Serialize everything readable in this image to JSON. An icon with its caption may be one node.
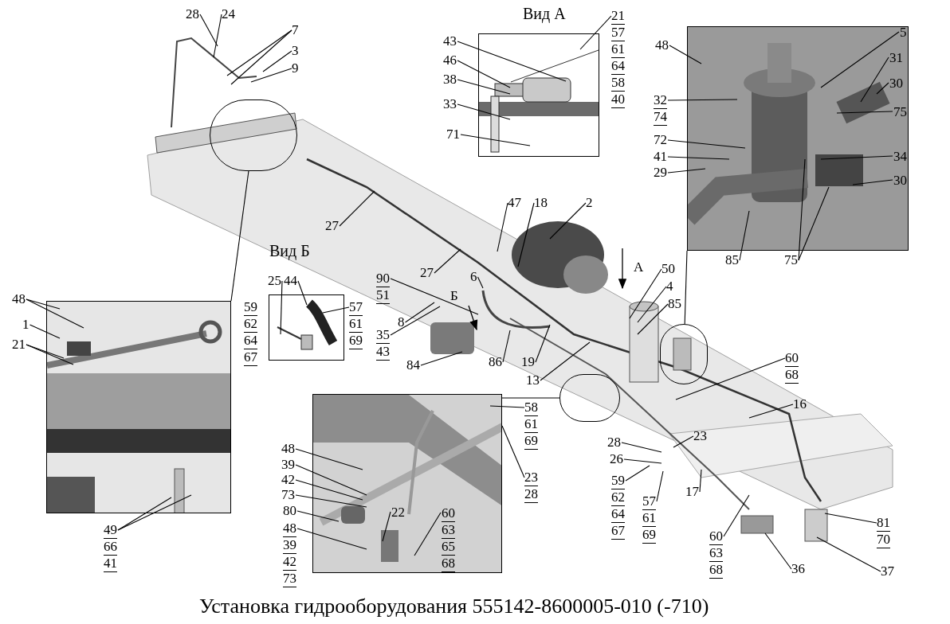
{
  "diagram": {
    "caption": "Установка гидрооборудования 555142-8600005-010 (-710)",
    "nodes": [
      {
        "text": [
          "Вид А"
        ]
      },
      {
        "text": [],
        "shape": "picture"
      },
      {
        "text": [],
        "shape": "picture"
      },
      {
        "text": [
          "Вид Б"
        ]
      },
      {
        "text": [],
        "shape": "picture"
      },
      {
        "text": [],
        "shape": "circle"
      },
      {
        "text": [],
        "shape": "circle"
      },
      {
        "text": [],
        "shape": "circle"
      },
      {
        "text": [
          "28"
        ]
      },
      {
        "text": [
          "24"
        ]
      },
      {
        "text": [
          "7"
        ]
      },
      {
        "text": [
          "3"
        ]
      },
      {
        "text": [
          "9"
        ]
      },
      {
        "text": [
          "43"
        ]
      },
      {
        "text": [
          "46"
        ]
      },
      {
        "text": [
          "38"
        ]
      },
      {
        "text": [
          "33"
        ]
      },
      {
        "text": [
          "71"
        ]
      },
      {
        "text": [
          "21"
        ],
        "beside": [
          "57",
          "61",
          "64",
          "58",
          "40"
        ]
      },
      {
        "text": [
          "48"
        ]
      },
      {
        "text": [
          "5"
        ],
        "in": 1
      },
      {
        "text": [
          "31"
        ],
        "in": 1
      },
      {
        "text": [
          "30"
        ],
        "in": 1
      },
      {
        "text": [
          "75"
        ],
        "in": 1
      },
      {
        "text": [
          "32"
        ],
        "beside": [
          "74"
        ]
      },
      {
        "text": [
          "72"
        ]
      },
      {
        "text": [
          "41"
        ]
      },
      {
        "text": [
          "29"
        ]
      },
      {
        "text": [
          "34"
        ],
        "in": 1
      },
      {
        "text": [
          "30"
        ],
        "in": 1
      },
      {
        "text": [
          "85"
        ]
      },
      {
        "text": [
          "75"
        ]
      },
      {
        "text": [
          "27"
        ]
      },
      {
        "text": [
          "47"
        ]
      },
      {
        "text": [
          "18"
        ]
      },
      {
        "text": [
          "2"
        ]
      },
      {
        "text": [
          "50"
        ]
      },
      {
        "text": [
          "4"
        ]
      },
      {
        "text": [
          "85"
        ]
      },
      {
        "text": [
          "90"
        ],
        "beside": [
          "51"
        ]
      },
      {
        "text": [
          "27"
        ]
      },
      {
        "text": [
          "6"
        ]
      },
      {
        "text": [
          "8"
        ]
      },
      {
        "text": [
          "35"
        ],
        "beside": [
          "43"
        ]
      },
      {
        "text": [
          "84"
        ]
      },
      {
        "text": [
          "86"
        ]
      },
      {
        "text": [
          "19"
        ]
      },
      {
        "text": [
          "13"
        ]
      },
      {
        "text": [
          "25"
        ]
      },
      {
        "text": [
          "44"
        ]
      },
      {
        "text": [
          "57"
        ],
        "beside": [
          "61",
          "69"
        ]
      },
      {
        "text": [
          "48"
        ]
      },
      {
        "text": [
          "1"
        ]
      },
      {
        "text": [
          "21"
        ]
      },
      {
        "text": [
          "49"
        ],
        "beside": [
          "66",
          "41"
        ]
      },
      {
        "text": [
          "58"
        ],
        "beside": [
          "61",
          "69"
        ]
      },
      {
        "text": [
          "23"
        ],
        "beside": [
          "28"
        ]
      },
      {
        "text": [
          "48"
        ]
      },
      {
        "text": [
          "39"
        ]
      },
      {
        "text": [
          "42"
        ]
      },
      {
        "text": [
          "73"
        ]
      },
      {
        "text": [
          "80"
        ]
      },
      {
        "text": [
          "48"
        ],
        "beside": [
          "39",
          "42",
          "73"
        ]
      },
      {
        "text": [
          "22"
        ],
        "in": 4
      },
      {
        "text": [
          "60"
        ],
        "beside": [
          "63",
          "65",
          "68"
        ],
        "in": 4
      },
      {
        "text": [
          "60"
        ],
        "beside": [
          "68"
        ]
      },
      {
        "text": [
          "16"
        ]
      },
      {
        "text": [
          "23"
        ]
      },
      {
        "text": [
          "28"
        ]
      },
      {
        "text": [
          "26"
        ]
      },
      {
        "text": [
          "59"
        ],
        "beside": [
          "62",
          "64",
          "67"
        ]
      },
      {
        "text": [
          "57"
        ],
        "beside": [
          "61",
          "69"
        ]
      },
      {
        "text": [
          "17"
        ]
      },
      {
        "text": [
          "60"
        ],
        "beside": [
          "63",
          "68"
        ]
      },
      {
        "text": [
          "36"
        ]
      },
      {
        "text": [
          "81"
        ],
        "beside": [
          "70"
        ]
      },
      {
        "text": [
          "37"
        ]
      }
    ],
    "edges": [
      {
        "from": 5,
        "to": 2,
        "arrow": "none"
      },
      {
        "from": 6,
        "to": 1,
        "arrow": "none"
      },
      {
        "from": 7,
        "to": 4,
        "arrow": "none"
      },
      {
        "from": 8,
        "to": null,
        "arrow": "none"
      },
      {
        "from": 9,
        "to": null,
        "arrow": "none"
      },
      {
        "from": 10,
        "to": null,
        "arrow": "none"
      },
      {
        "from": 10,
        "to": null,
        "arrow": "none"
      },
      {
        "from": 11,
        "to": null,
        "arrow": "none"
      },
      {
        "from": 12,
        "to": null,
        "arrow": "none"
      },
      {
        "from": 13,
        "to": 0,
        "arrow": "none"
      },
      {
        "from": 14,
        "to": 0,
        "arrow": "none"
      },
      {
        "from": 15,
        "to": 0,
        "arrow": "none"
      },
      {
        "from": 16,
        "to": 0,
        "arrow": "none"
      },
      {
        "from": 17,
        "to": 0,
        "arrow": "none"
      },
      {
        "from": 18,
        "to": 0,
        "arrow": "none"
      },
      {
        "from": 19,
        "to": 1,
        "arrow": "none"
      },
      {
        "from": 20,
        "to": 1,
        "arrow": "none"
      },
      {
        "from": 21,
        "to": 1,
        "arrow": "none"
      },
      {
        "from": 22,
        "to": 1,
        "arrow": "none"
      },
      {
        "from": 23,
        "to": 1,
        "arrow": "none"
      },
      {
        "from": 24,
        "to": 1,
        "arrow": "none"
      },
      {
        "from": 25,
        "to": 1,
        "arrow": "none"
      },
      {
        "from": 26,
        "to": 1,
        "arrow": "none"
      },
      {
        "from": 27,
        "to": 1,
        "arrow": "none"
      },
      {
        "from": 28,
        "to": 1,
        "arrow": "none"
      },
      {
        "from": 29,
        "to": 1,
        "arrow": "none"
      },
      {
        "from": 30,
        "to": 1,
        "arrow": "none"
      },
      {
        "from": 31,
        "to": 1,
        "arrow": "none"
      },
      {
        "from": 31,
        "to": 1,
        "arrow": "none"
      },
      {
        "from": 32,
        "to": null,
        "arrow": "none"
      },
      {
        "from": 33,
        "to": null,
        "arrow": "none"
      },
      {
        "from": 34,
        "to": null,
        "arrow": "none"
      },
      {
        "from": 35,
        "to": null,
        "arrow": "none"
      },
      {
        "from": 36,
        "to": null,
        "arrow": "none"
      },
      {
        "from": 37,
        "to": null,
        "arrow": "none"
      },
      {
        "from": 38,
        "to": null,
        "arrow": "none"
      },
      {
        "from": 39,
        "to": null,
        "arrow": "none"
      },
      {
        "from": 40,
        "to": null,
        "arrow": "none"
      },
      {
        "from": 41,
        "to": null,
        "arrow": "none"
      },
      {
        "from": 42,
        "to": null,
        "arrow": "none"
      },
      {
        "from": 43,
        "to": null,
        "arrow": "none"
      },
      {
        "from": 44,
        "to": null,
        "arrow": "none"
      },
      {
        "from": 45,
        "to": null,
        "arrow": "none"
      },
      {
        "from": 46,
        "to": null,
        "arrow": "none"
      },
      {
        "from": 47,
        "to": null,
        "arrow": "none"
      },
      {
        "from": 48,
        "to": 3,
        "arrow": "none"
      },
      {
        "from": 49,
        "to": 3,
        "arrow": "none"
      },
      {
        "from": 50,
        "to": 3,
        "arrow": "none"
      },
      {
        "from": 51,
        "to": 2,
        "arrow": "none"
      },
      {
        "from": 51,
        "to": 2,
        "arrow": "none"
      },
      {
        "from": 52,
        "to": 2,
        "arrow": "none"
      },
      {
        "from": 53,
        "to": 2,
        "arrow": "none"
      },
      {
        "from": 53,
        "to": 2,
        "arrow": "none"
      },
      {
        "from": 54,
        "to": 2,
        "arrow": "none"
      },
      {
        "from": 54,
        "to": 2,
        "arrow": "none"
      },
      {
        "from": 55,
        "to": 4,
        "arrow": "none"
      },
      {
        "from": 56,
        "to": 4,
        "arrow": "none"
      },
      {
        "from": 57,
        "to": 4,
        "arrow": "none"
      },
      {
        "from": 58,
        "to": 4,
        "arrow": "none"
      },
      {
        "from": 59,
        "to": 4,
        "arrow": "none"
      },
      {
        "from": 60,
        "to": 4,
        "arrow": "none"
      },
      {
        "from": 61,
        "to": 4,
        "arrow": "none"
      },
      {
        "from": 62,
        "to": 4,
        "arrow": "none"
      },
      {
        "from": 63,
        "to": 4,
        "arrow": "none"
      },
      {
        "from": 64,
        "to": 4,
        "arrow": "none"
      },
      {
        "from": 65,
        "to": null,
        "arrow": "none"
      },
      {
        "from": 66,
        "to": null,
        "arrow": "none"
      },
      {
        "from": 67,
        "to": null,
        "arrow": "none"
      },
      {
        "from": 68,
        "to": null,
        "arrow": "none"
      },
      {
        "from": 69,
        "to": null,
        "arrow": "none"
      },
      {
        "from": 70,
        "to": null,
        "arrow": "none"
      },
      {
        "from": 71,
        "to": null,
        "arrow": "none"
      },
      {
        "from": 72,
        "to": null,
        "arrow": "none"
      },
      {
        "from": 73,
        "to": null,
        "arrow": "none"
      },
      {
        "from": 74,
        "to": null,
        "arrow": "none"
      },
      {
        "from": 75,
        "to": null,
        "arrow": "none"
      },
      {
        "from": 76,
        "to": null,
        "arrow": "none"
      }
    ],
    "labels": [
      "А",
      "Б",
      "59",
      "62",
      "64",
      "67"
    ]
  }
}
